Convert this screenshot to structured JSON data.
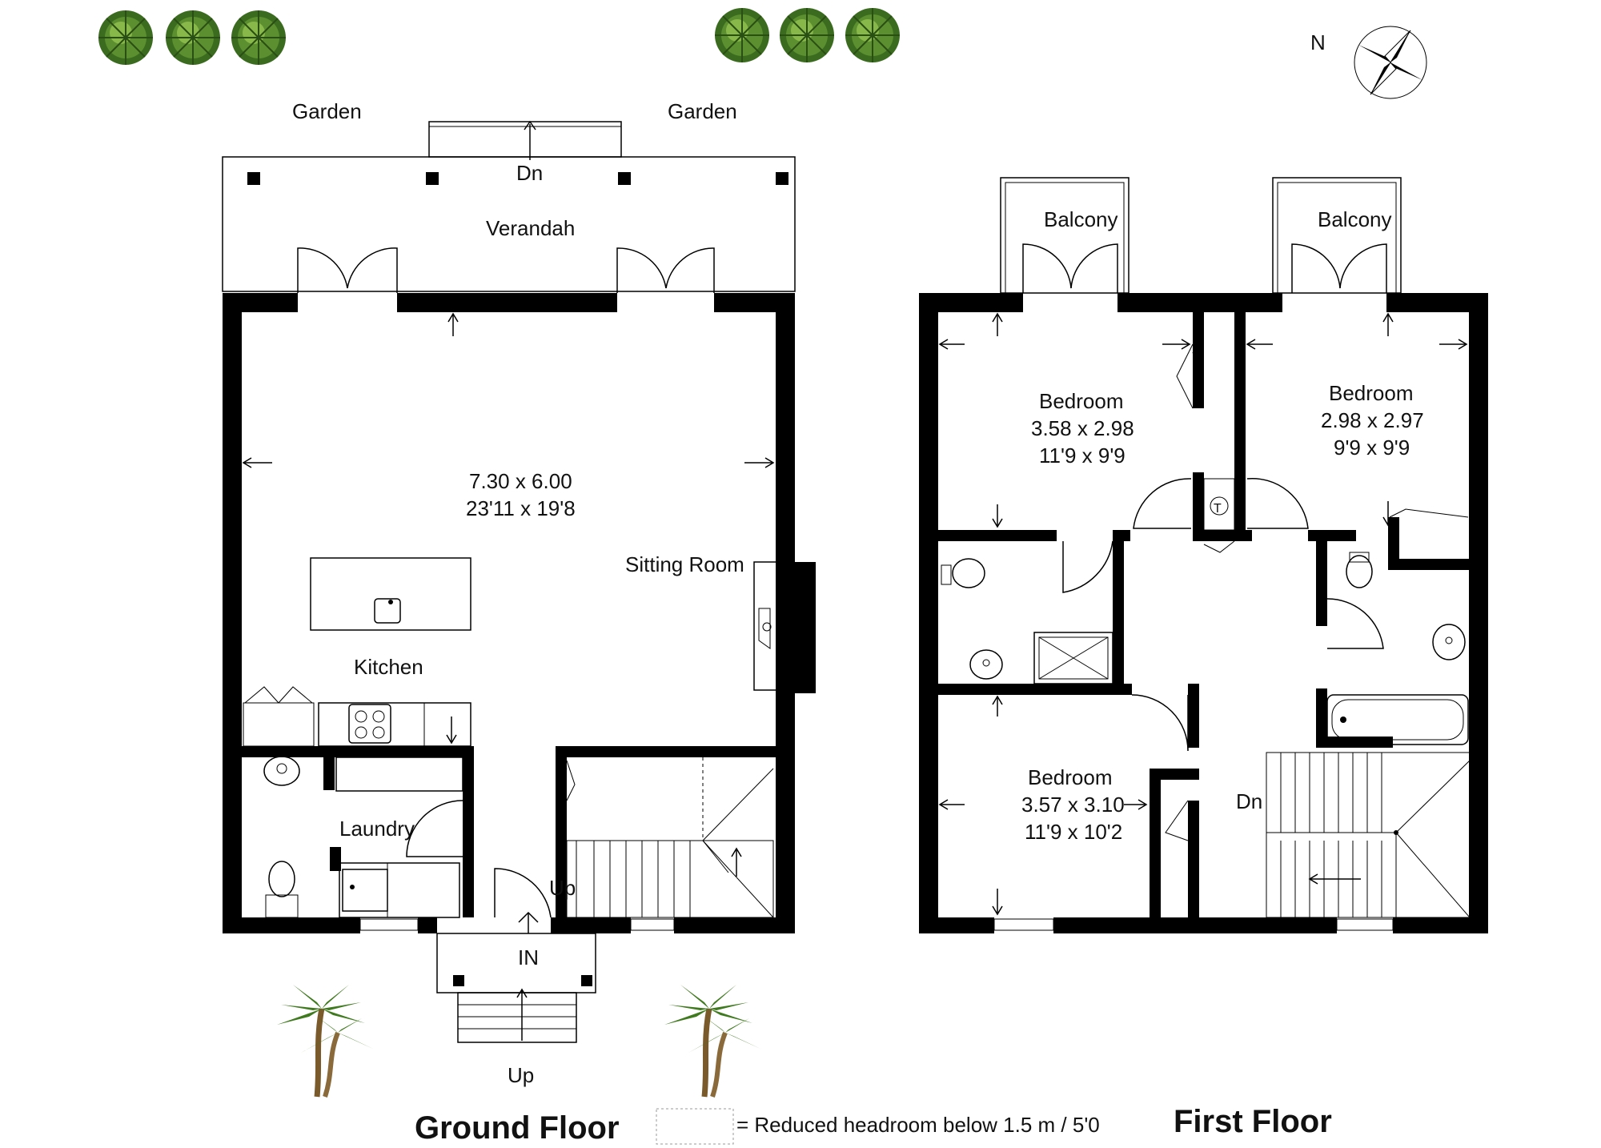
{
  "compass": {
    "north_label": "N"
  },
  "ground_floor": {
    "title": "Ground Floor",
    "garden_left": "Garden",
    "garden_right": "Garden",
    "verandah": "Verandah",
    "verandah_stairs": "Dn",
    "main_dims_metric": "7.30 x 6.00",
    "main_dims_imperial": "23'11 x 19'8",
    "sitting_room": "Sitting Room",
    "kitchen": "Kitchen",
    "laundry": "Laundry",
    "stairs_up": "Up",
    "entrance": "IN",
    "porch_steps": "Up"
  },
  "first_floor": {
    "title": "First Floor",
    "balcony_left": "Balcony",
    "balcony_right": "Balcony",
    "bedroom_1": {
      "name": "Bedroom",
      "metric": "3.58 x 2.98",
      "imperial": "11'9 x 9'9"
    },
    "bedroom_2": {
      "name": "Bedroom",
      "metric": "2.98 x 2.97",
      "imperial": "9'9 x 9'9"
    },
    "bedroom_3": {
      "name": "Bedroom",
      "metric": "3.57 x 3.10",
      "imperial": "11'9 x 10'2"
    },
    "stairs_down": "Dn",
    "tank_symbol": "T"
  },
  "legend": {
    "symbol_label": "= Reduced headroom below 1.5 m / 5'0"
  }
}
